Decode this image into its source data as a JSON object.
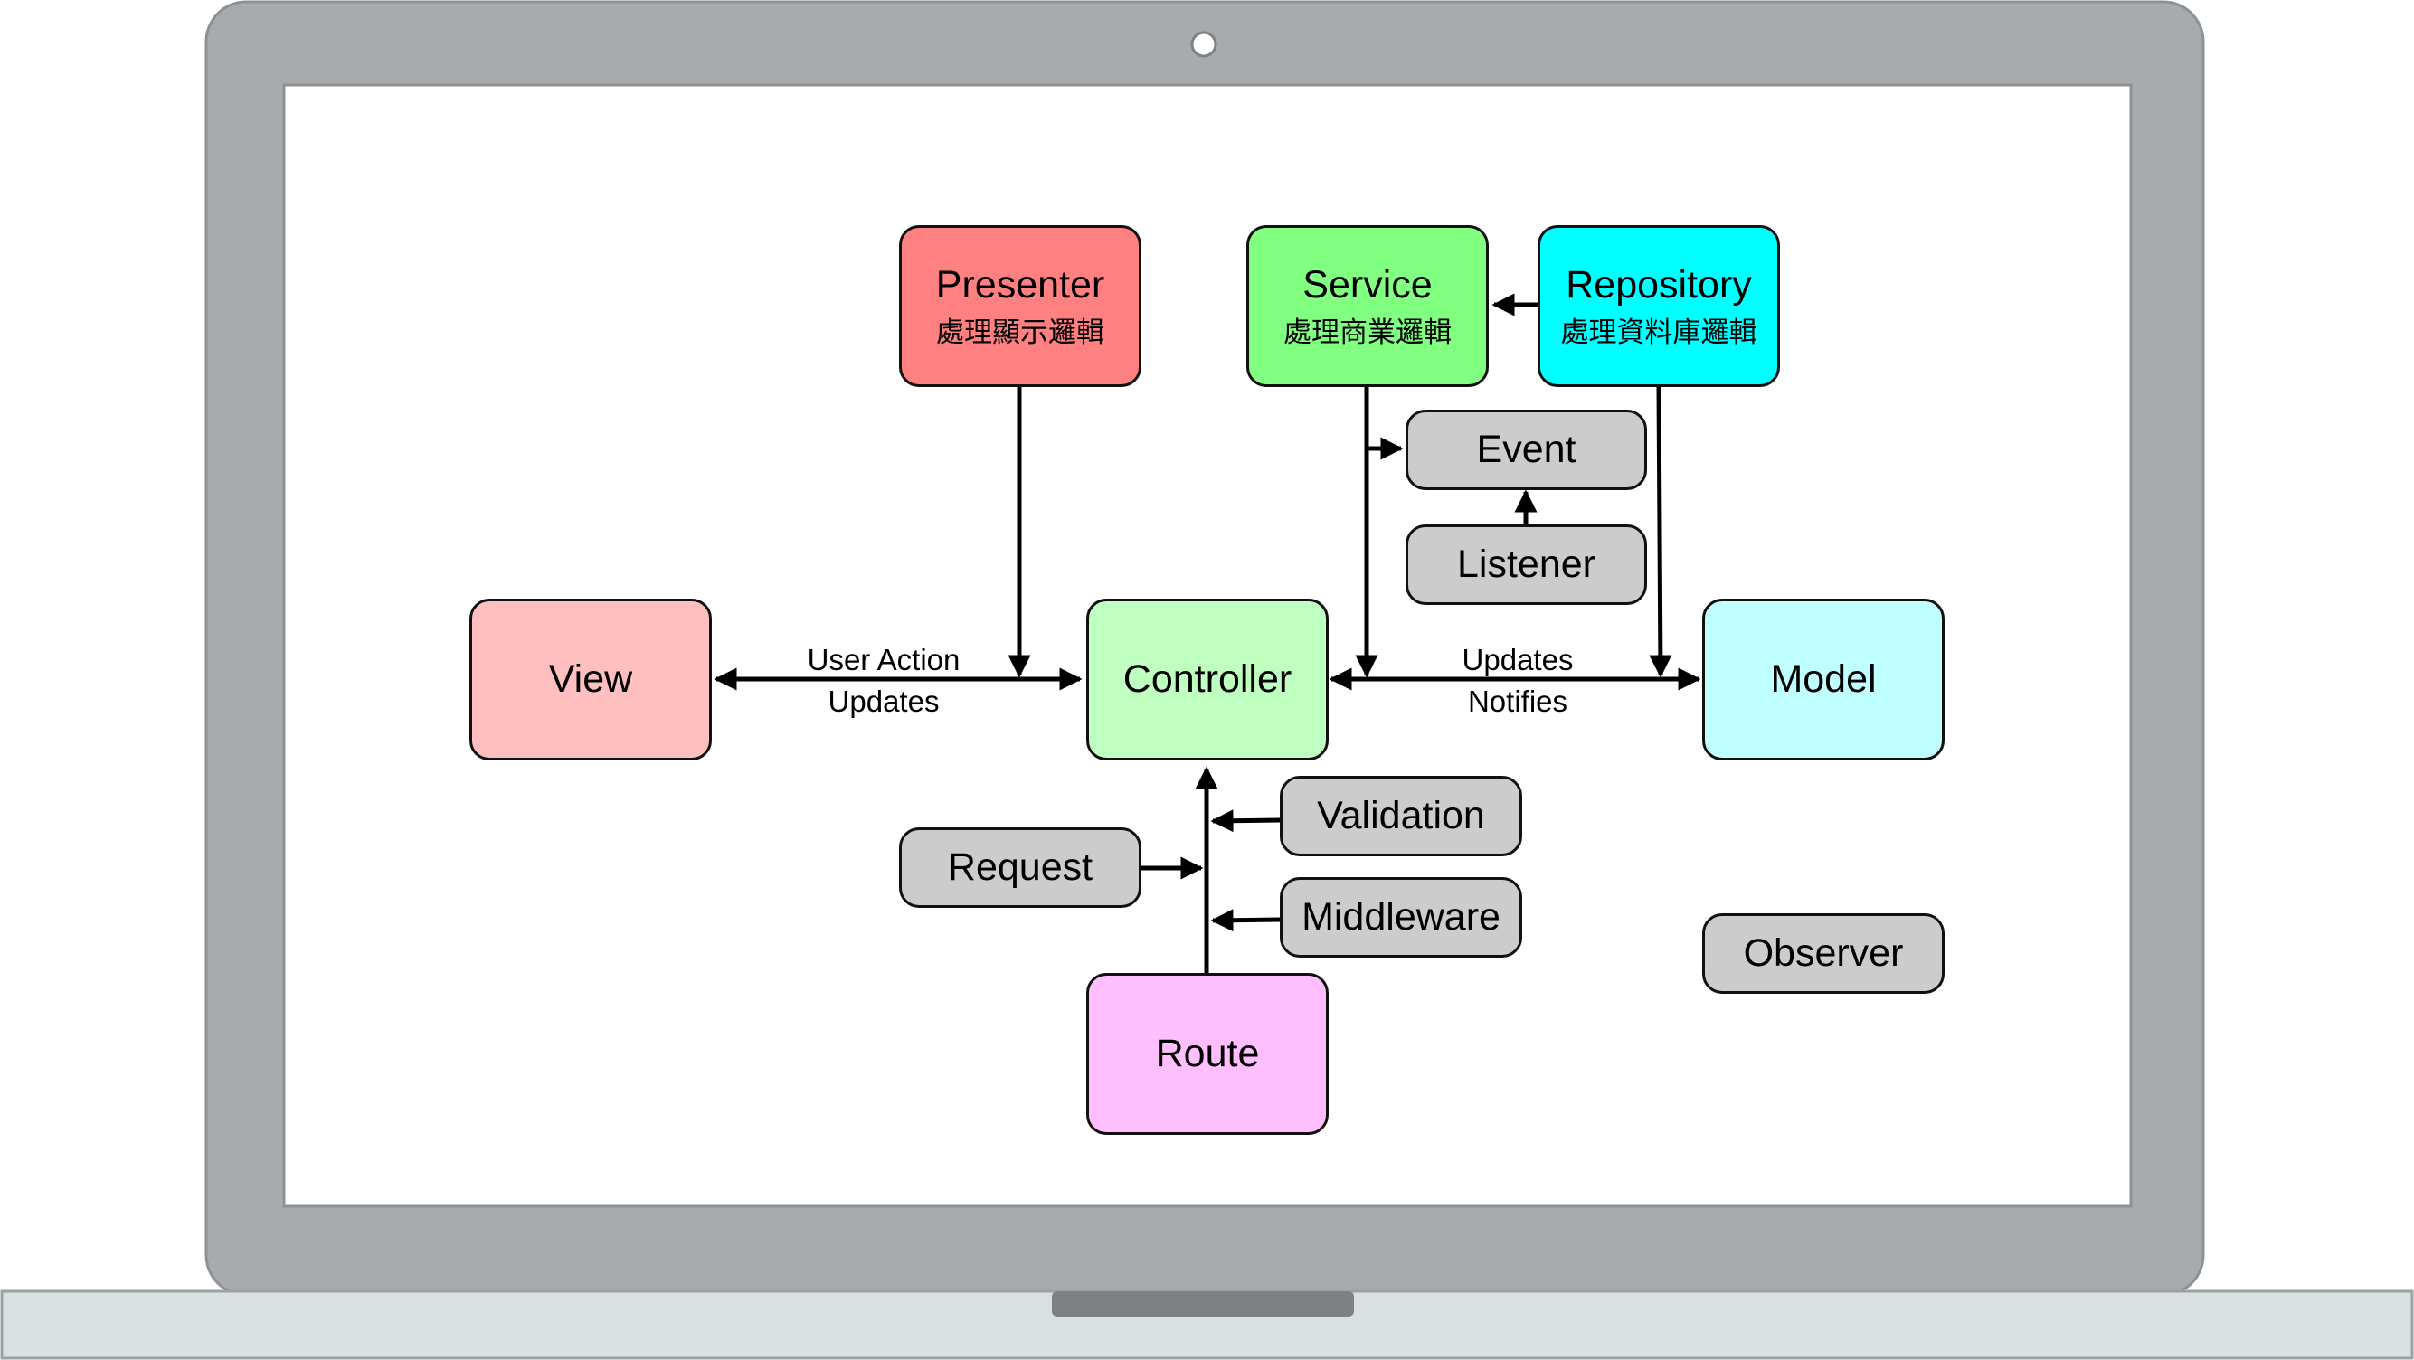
{
  "diagram": {
    "nodes": {
      "presenter": {
        "title": "Presenter",
        "subtitle": "處理顯示邏輯",
        "color": "#FF8080"
      },
      "service": {
        "title": "Service",
        "subtitle": "處理商業邏輯",
        "color": "#80FF80"
      },
      "repository": {
        "title": "Repository",
        "subtitle": "處理資料庫邏輯",
        "color": "#00FFFF"
      },
      "event": {
        "title": "Event",
        "color": "#CCCCCC"
      },
      "listener": {
        "title": "Listener",
        "color": "#CCCCCC"
      },
      "view": {
        "title": "View",
        "color": "#FFBFBF"
      },
      "controller": {
        "title": "Controller",
        "color": "#BFFFBF"
      },
      "model": {
        "title": "Model",
        "color": "#BFFFFF"
      },
      "validation": {
        "title": "Validation",
        "color": "#CCCCCC"
      },
      "request": {
        "title": "Request",
        "color": "#CCCCCC"
      },
      "middleware": {
        "title": "Middleware",
        "color": "#CCCCCC"
      },
      "observer": {
        "title": "Observer",
        "color": "#CCCCCC"
      },
      "route": {
        "title": "Route",
        "color": "#FFBFFF"
      }
    },
    "edge_labels": {
      "view_controller_top": "User Action",
      "view_controller_bottom": "Updates",
      "controller_model_top": "Updates",
      "controller_model_bottom": "Notifies"
    }
  },
  "device": {
    "bezel_color": "#A8ABAD",
    "base_color": "#D9E0E2",
    "notch_color": "#7E8184"
  }
}
